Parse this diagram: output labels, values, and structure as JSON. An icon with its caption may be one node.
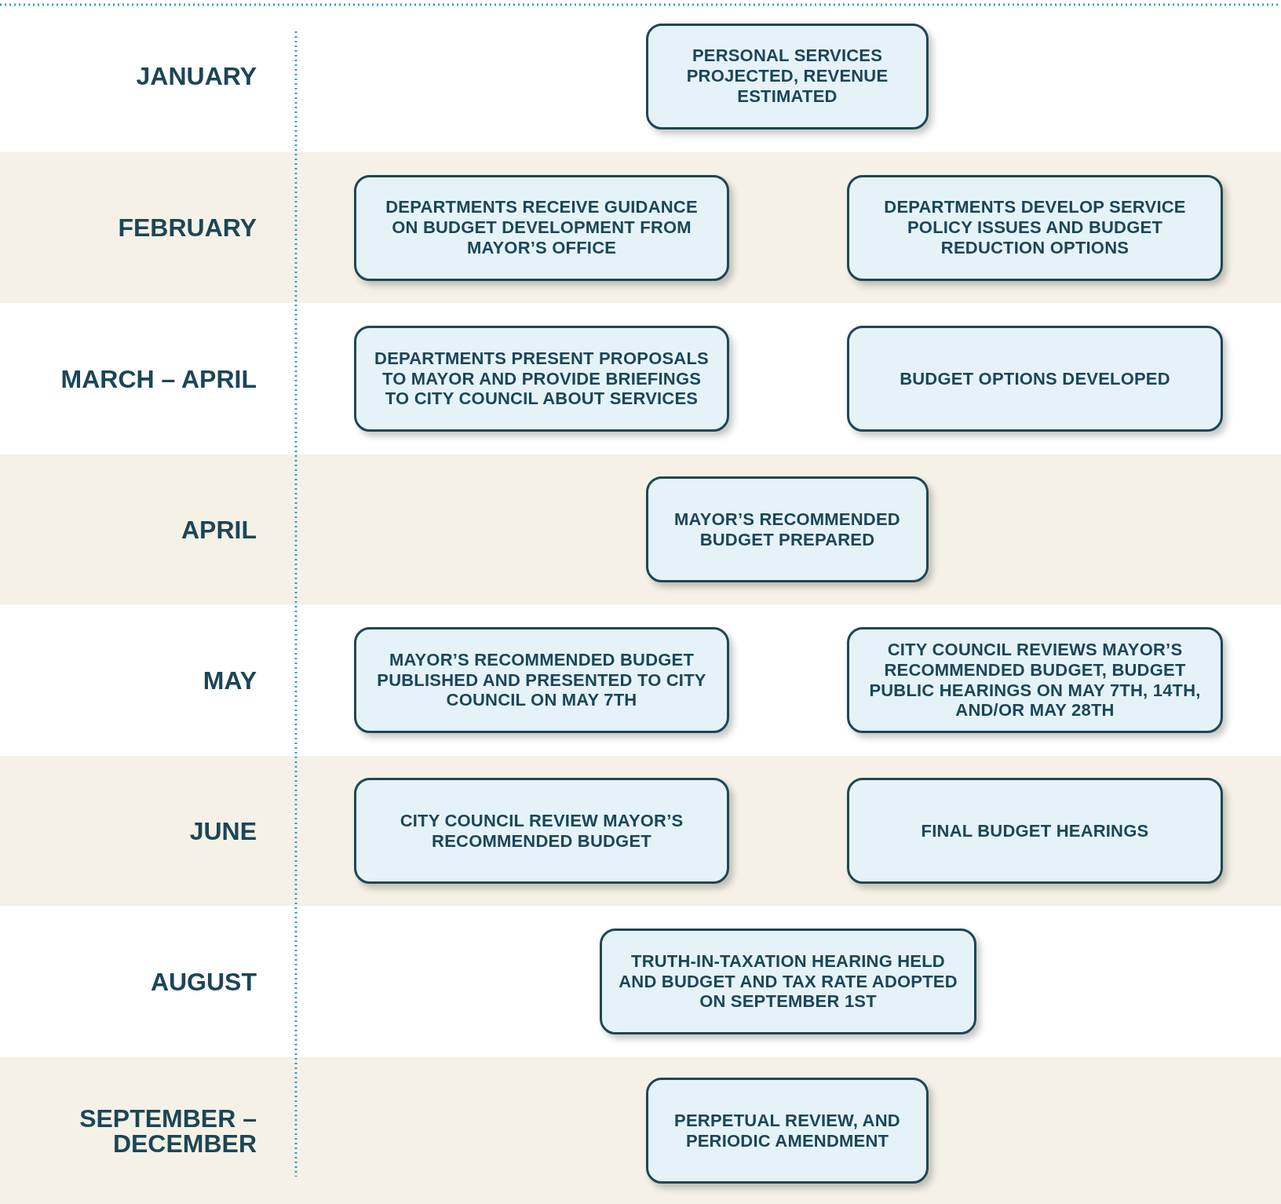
{
  "diagram": {
    "nodes": [
      {
        "text": [
          "JANUARY"
        ]
      },
      {
        "text": [
          "PERSONAL SERVICES PROJECTED, REVENUE ESTIMATED"
        ],
        "in": 0
      },
      {
        "text": [
          "FEBRUARY"
        ]
      },
      {
        "text": [
          "DEPARTMENTS RECEIVE GUIDANCE ON BUDGET DEVELOPMENT FROM MAYOR’S OFFICE"
        ],
        "in": 2
      },
      {
        "text": [
          "DEPARTMENTS DEVELOP SERVICE POLICY ISSUES AND BUDGET REDUCTION OPTIONS"
        ],
        "in": 2
      },
      {
        "text": [
          "MARCH – APRIL"
        ]
      },
      {
        "text": [
          "DEPARTMENTS PRESENT PROPOSALS TO MAYOR AND PROVIDE BRIEFINGS TO CITY COUNCIL ABOUT SERVICES"
        ],
        "in": 5
      },
      {
        "text": [
          "BUDGET OPTIONS DEVELOPED"
        ],
        "in": 5
      },
      {
        "text": [
          "APRIL"
        ]
      },
      {
        "text": [
          "MAYOR’S RECOMMENDED BUDGET PREPARED"
        ],
        "in": 8
      },
      {
        "text": [
          "MAY"
        ]
      },
      {
        "text": [
          "MAYOR’S RECOMMENDED BUDGET PUBLISHED AND PRESENTED TO CITY COUNCIL ON MAY 7TH"
        ],
        "in": 10
      },
      {
        "text": [
          "CITY COUNCIL REVIEWS MAYOR’S RECOMMENDED BUDGET, BUDGET PUBLIC HEARINGS ON MAY 7TH, 14TH, AND/OR MAY 28TH"
        ],
        "in": 10
      },
      {
        "text": [
          "JUNE"
        ]
      },
      {
        "text": [
          "CITY COUNCIL REVIEW MAYOR’S RECOMMENDED BUDGET"
        ],
        "in": 13
      },
      {
        "text": [
          "FINAL BUDGET HEARINGS"
        ],
        "in": 13
      },
      {
        "text": [
          "AUGUST"
        ]
      },
      {
        "text": [
          "TRUTH-IN-TAXATION HEARING HELD AND BUDGET AND TAX RATE ADOPTED ON SEPTEMBER 1ST"
        ],
        "in": 16
      },
      {
        "text": [
          "SEPTEMBER – DECEMBER"
        ]
      },
      {
        "text": [
          "PERPETUAL REVIEW, AND PERIODIC AMENDMENT"
        ],
        "in": 18
      }
    ]
  }
}
